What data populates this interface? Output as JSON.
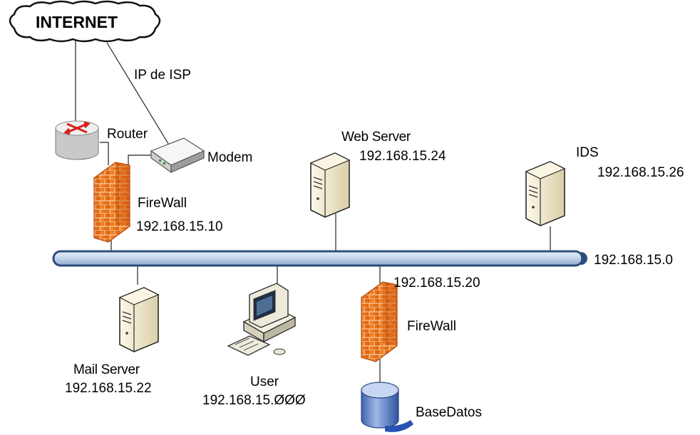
{
  "internet": {
    "label": "INTERNET"
  },
  "isp_link": {
    "label": "IP de ISP"
  },
  "network": {
    "address": "192.168.15.0"
  },
  "nodes": {
    "router": {
      "name": "Router"
    },
    "modem": {
      "name": "Modem"
    },
    "firewall_main": {
      "name": "FireWall",
      "ip": "192.168.15.10"
    },
    "web_server": {
      "name": "Web Server",
      "ip": "192.168.15.24"
    },
    "ids": {
      "name": "IDS",
      "ip": "192.168.15.26"
    },
    "mail_server": {
      "name": "Mail Server",
      "ip": "192.168.15.22"
    },
    "user": {
      "name": "User",
      "ip": "192.168.15.ØØØ"
    },
    "firewall_db": {
      "name": "FireWall",
      "ip": "192.168.15.20"
    },
    "database": {
      "name": "BaseDatos"
    }
  },
  "colors": {
    "bus_fill": "#c9d9ec",
    "bus_stroke": "#3b5a88",
    "firewall": "#ef7a1e",
    "server_body": "#f3ecd2",
    "db_blue": "#4f77c2"
  }
}
